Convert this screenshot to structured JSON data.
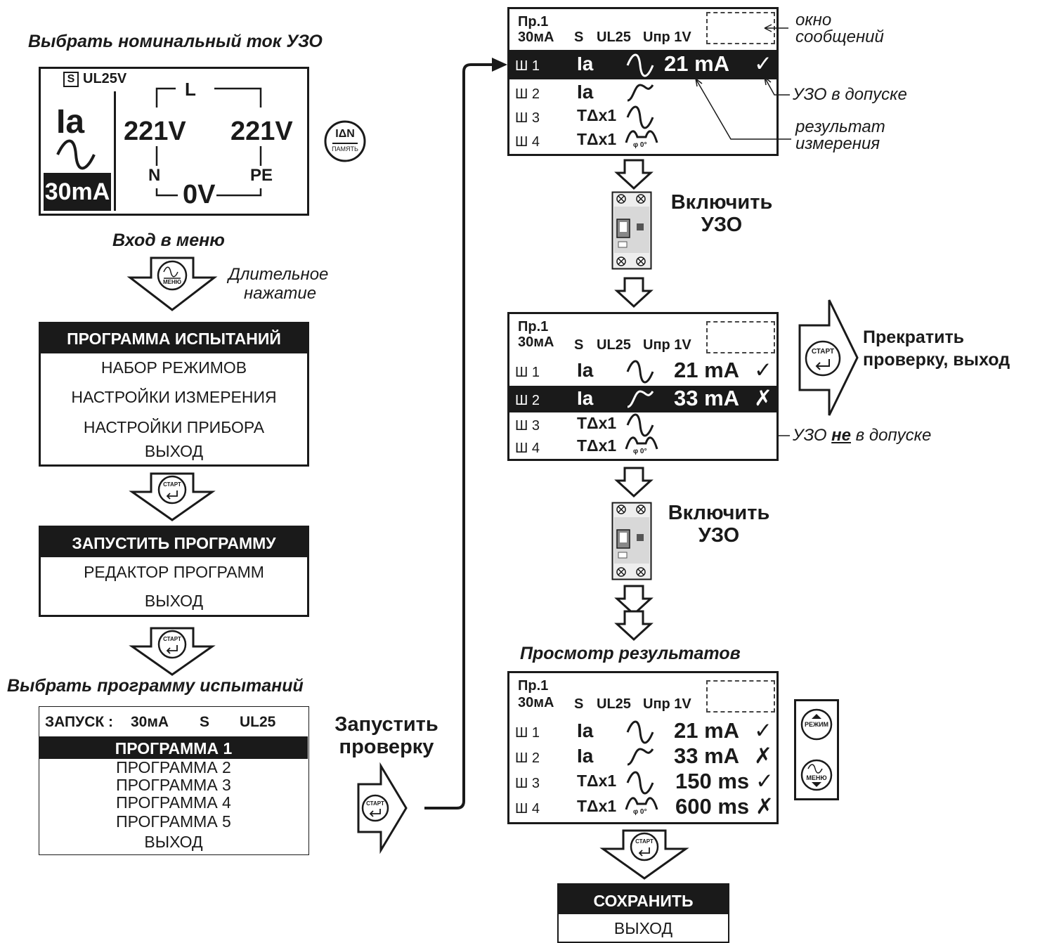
{
  "captions": {
    "select_current": "Выбрать номинальный ток УЗО",
    "enter_menu": "Вход в меню",
    "long_press": [
      "Длительное",
      "нажатие"
    ],
    "select_program": "Выбрать программу испытаний",
    "start_check": [
      "Запустить",
      "проверку"
    ],
    "view_results": "Просмотр результатов"
  },
  "colors": {
    "ink": "#1a1a1a",
    "paper": "#ffffff"
  },
  "screen_main": {
    "s_box": "S",
    "ul": "UL25V",
    "ia": "Ia",
    "rated": "30mA",
    "l": "L",
    "n": "N",
    "pe": "PE",
    "v_ln": "221V",
    "v_lpe": "221V",
    "v_npe": "0V"
  },
  "buttons": {
    "idn_top": "IΔN",
    "idn_bottom": "ПАМЯТЬ",
    "start": "СТАРТ",
    "menu": "МЕНЮ",
    "mode": "РЕЖИМ"
  },
  "menu_test_program": {
    "title": "ПРОГРАММА ИСПЫТАНИЙ",
    "items": [
      "НАБОР РЕЖИМОВ",
      "НАСТРОЙКИ ИЗМЕРЕНИЯ",
      "НАСТРОЙКИ ПРИБОРА",
      "ВЫХОД"
    ]
  },
  "menu_run": {
    "title": "ЗАПУСТИТЬ ПРОГРАММУ",
    "items": [
      "РЕДАКТОР ПРОГРАММ",
      "ВЫХОД"
    ]
  },
  "menu_select": {
    "header": [
      "ЗАПУСК :",
      "30мА",
      "S",
      "UL25"
    ],
    "selected": "ПРОГРАММА 1",
    "items": [
      "ПРОГРАММА 2",
      "ПРОГРАММА 3",
      "ПРОГРАММА 4",
      "ПРОГРАММА 5",
      "ВЫХОД"
    ]
  },
  "program_header": {
    "prog": "Пр.1",
    "current": "30мА",
    "s": "S",
    "ul": "UL25",
    "upr": "Uпр 1V"
  },
  "step_labels": [
    "Ш 1",
    "Ш 2",
    "Ш 3",
    "Ш 4"
  ],
  "step_symbols": [
    "Ia",
    "Ia",
    "TΔx1",
    "TΔx1"
  ],
  "phi_label": "φ 0°",
  "screen1_values": [
    "21 mA",
    "",
    "",
    ""
  ],
  "screen2_values": [
    "21 mA",
    "33 mA",
    "",
    ""
  ],
  "screen3_values": [
    "21 mA",
    "33 mA",
    "150 ms",
    "600 ms"
  ],
  "screen1_marks": [
    "✓",
    "",
    "",
    ""
  ],
  "screen2_marks": [
    "✓",
    "✗",
    "",
    ""
  ],
  "screen3_marks": [
    "✓",
    "✗",
    "✓",
    "✗"
  ],
  "annotations": {
    "message_window": [
      "окно",
      "сообщений"
    ],
    "rcd_ok": "УЗО в допуске",
    "result": [
      "результат",
      "измерения"
    ],
    "rcd_fail_pre": "УЗО ",
    "rcd_fail_ne": "не",
    "rcd_fail_post": " в допуске"
  },
  "switch_on": [
    "Включить",
    "УЗО"
  ],
  "stop_exit": [
    "Прекратить",
    "проверку, выход"
  ],
  "menu_save": {
    "title": "СОХРАНИТЬ",
    "items": [
      "ВЫХОД"
    ]
  }
}
